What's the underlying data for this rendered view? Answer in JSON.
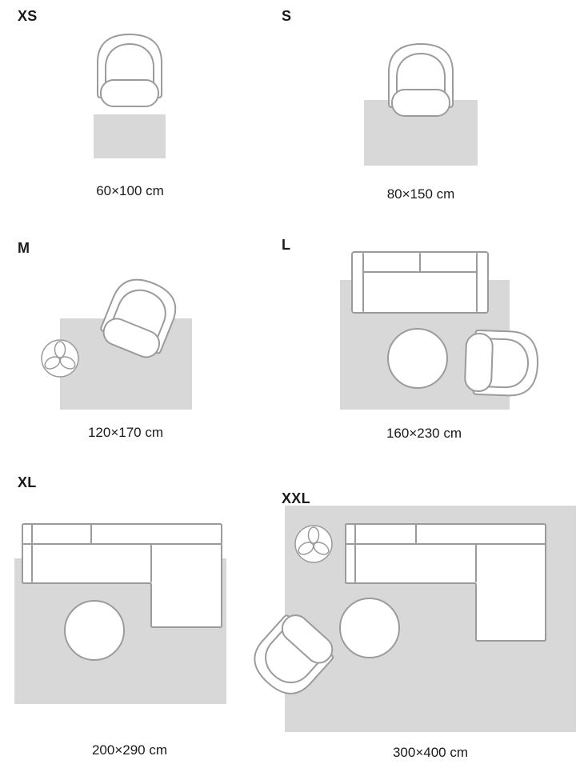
{
  "sections": [
    {
      "label": "XS",
      "dimensions": "60×100 cm",
      "furniture": [
        "armchair",
        "rug"
      ]
    },
    {
      "label": "S",
      "dimensions": "80×150 cm",
      "furniture": [
        "armchair",
        "rug"
      ]
    },
    {
      "label": "M",
      "dimensions": "120×170 cm",
      "furniture": [
        "armchair",
        "plant-pot",
        "rug"
      ]
    },
    {
      "label": "L",
      "dimensions": "160×230 cm",
      "furniture": [
        "sofa",
        "round-pouf",
        "armchair",
        "rug"
      ]
    },
    {
      "label": "XL",
      "dimensions": "200×290 cm",
      "furniture": [
        "corner-sofa",
        "round-pouf",
        "rug"
      ]
    },
    {
      "label": "XXL",
      "dimensions": "300×400 cm",
      "furniture": [
        "plant-pot",
        "corner-sofa",
        "round-pouf",
        "armchair",
        "rug"
      ]
    }
  ],
  "colors": {
    "background": "#ffffff",
    "rug_fill": "#d8d8d8",
    "furniture_fill": "#ffffff",
    "furniture_stroke": "#9b9b9b",
    "text": "#1a1a1a"
  }
}
